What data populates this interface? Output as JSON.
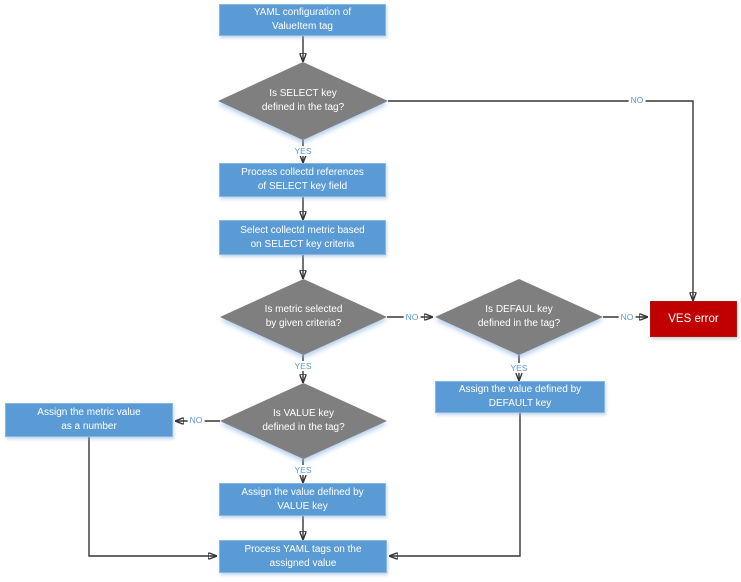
{
  "diagram": {
    "nodes": {
      "yaml_config": {
        "type": "process",
        "line1": "YAML configuration of",
        "line2": "ValueItem tag"
      },
      "is_select": {
        "type": "decision",
        "line1": "Is SELECT key",
        "line2": "defined in the tag?"
      },
      "process_refs": {
        "type": "process",
        "line1": "Process collectd references",
        "line2": "of SELECT key field"
      },
      "select_metric": {
        "type": "process",
        "line1": "Select collectd metric based",
        "line2": "on SELECT key criteria"
      },
      "is_metric": {
        "type": "decision",
        "line1": "Is metric selected",
        "line2": "by given criteria?"
      },
      "is_default": {
        "type": "decision",
        "line1": "Is DEFAUL key",
        "line2": "defined in the tag?"
      },
      "ves_error": {
        "type": "error",
        "line1": "VES error"
      },
      "assign_default": {
        "type": "process",
        "line1": "Assign the value defined by",
        "line2": "DEFAULT key"
      },
      "is_value": {
        "type": "decision",
        "line1": "Is VALUE key",
        "line2": "defined in the tag?"
      },
      "assign_metric": {
        "type": "process",
        "line1": "Assign the metric value",
        "line2": "as a number"
      },
      "assign_value": {
        "type": "process",
        "line1": "Assign the value defined by",
        "line2": "VALUE key"
      },
      "process_yaml": {
        "type": "process",
        "line1": "Process YAML tags on the",
        "line2": "assigned value"
      }
    },
    "edge_labels": {
      "yes": "YES",
      "no": "NO"
    },
    "colors": {
      "process_fill": "#5B9BD5",
      "decision_fill": "#7F7F7F",
      "error_fill": "#C00000",
      "edge_label": "#5B9BD5",
      "line": "#353535",
      "node_text": "#FFFFFF"
    }
  }
}
